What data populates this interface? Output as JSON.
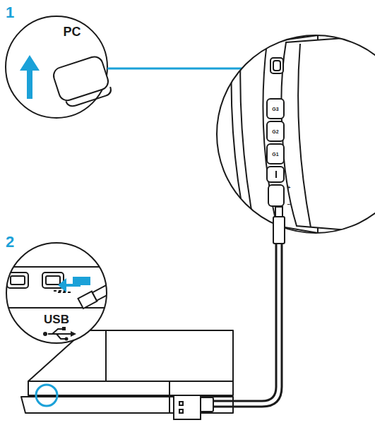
{
  "diagram": {
    "labels": [
      "1",
      "PC",
      "2",
      "USB",
      "G3",
      "G2",
      "G1",
      "+",
      "−"
    ]
  }
}
